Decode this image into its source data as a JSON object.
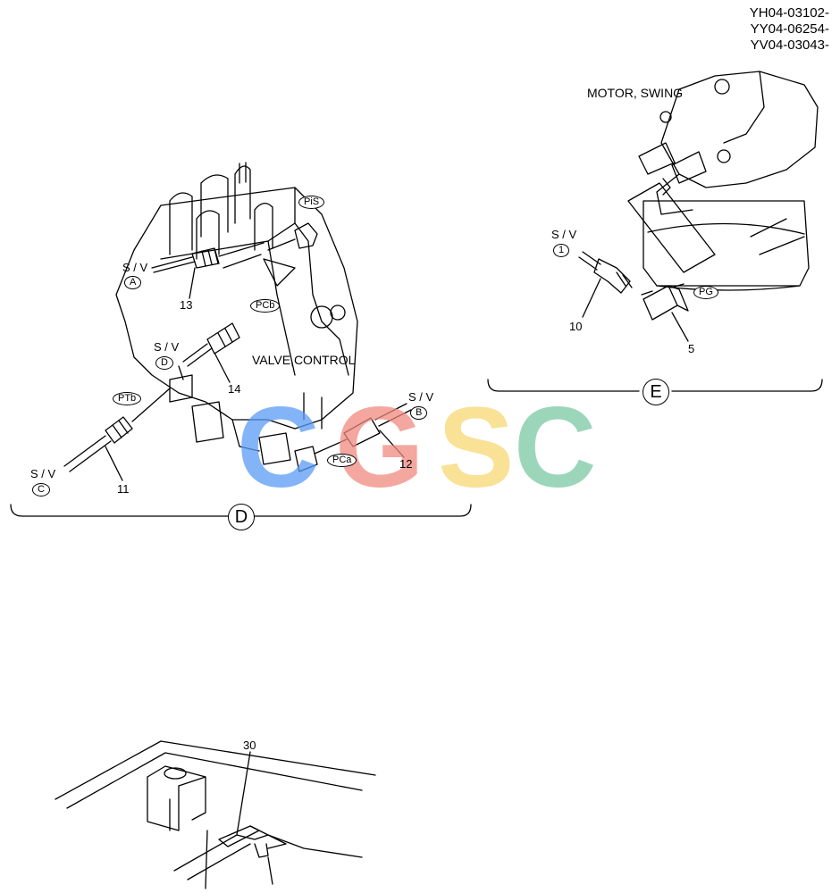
{
  "serial_numbers": [
    "YH04-03102-",
    "YY04-06254-",
    "YV04-03043-"
  ],
  "view_d": {
    "letter": "D",
    "component_label": "VALVE,CONTROL",
    "ports": [
      "PiS",
      "PCb",
      "PTb",
      "PCa"
    ],
    "sv_label": "S / V",
    "solenoid_valves": [
      "A",
      "B",
      "C",
      "D"
    ],
    "part_numbers": [
      "11",
      "12",
      "13",
      "14"
    ]
  },
  "view_e": {
    "letter": "E",
    "component_label": "MOTOR, SWING",
    "ports": [
      "PG"
    ],
    "sv_label": "S / V",
    "solenoid_valves": [
      "1"
    ],
    "part_numbers": [
      "5",
      "10"
    ]
  },
  "frame_detail": {
    "part_numbers": [
      "30"
    ]
  },
  "watermark": {
    "letters": [
      "C",
      "G",
      "S",
      "C"
    ],
    "colors": [
      "#5b9cf6",
      "#f08a80",
      "#f7d774",
      "#7cc9a3"
    ]
  },
  "line_color": "#000000"
}
